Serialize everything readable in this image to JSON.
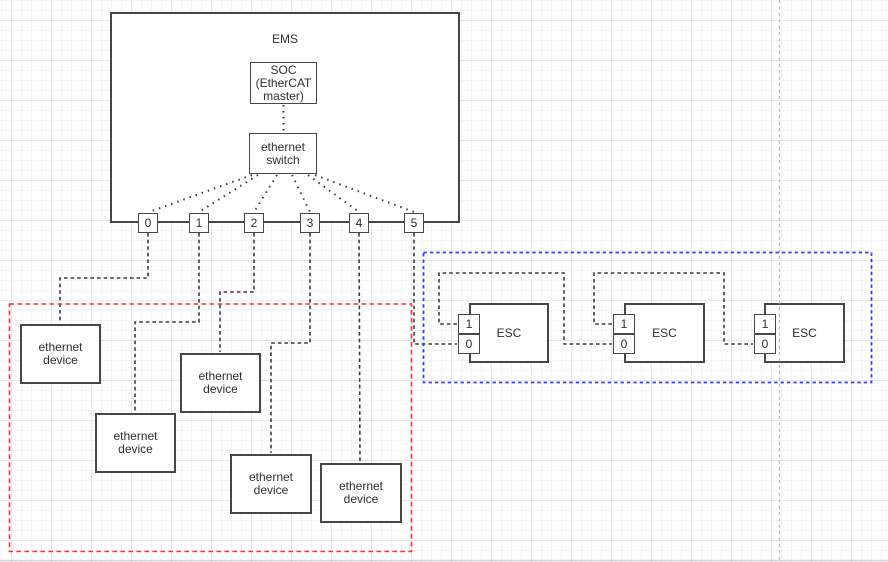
{
  "ems": {
    "label": "EMS"
  },
  "soc": {
    "label": "SOC\n(EtherCAT\nmaster)"
  },
  "ethernet_switch": {
    "label": "ethernet\nswitch"
  },
  "switch_ports": [
    {
      "label": "0"
    },
    {
      "label": "1"
    },
    {
      "label": "2"
    },
    {
      "label": "3"
    },
    {
      "label": "4"
    },
    {
      "label": "5"
    }
  ],
  "ethernet_devices": [
    {
      "label": "ethernet\ndevice"
    },
    {
      "label": "ethernet\ndevice"
    },
    {
      "label": "ethernet\ndevice"
    },
    {
      "label": "ethernet\ndevice"
    },
    {
      "label": "ethernet\ndevice"
    }
  ],
  "esc_nodes": [
    {
      "label": "ESC",
      "port_top": "1",
      "port_bottom": "0"
    },
    {
      "label": "ESC",
      "port_top": "1",
      "port_bottom": "0"
    },
    {
      "label": "ESC",
      "port_top": "1",
      "port_bottom": "0"
    }
  ],
  "colors": {
    "shape_border": "#474747",
    "connector": "#3c3c3c",
    "ethernet_device_group_outline": "#ff2f2f",
    "esc_group_outline": "#3a3aff",
    "page_boundary": "#bcbcc2"
  }
}
